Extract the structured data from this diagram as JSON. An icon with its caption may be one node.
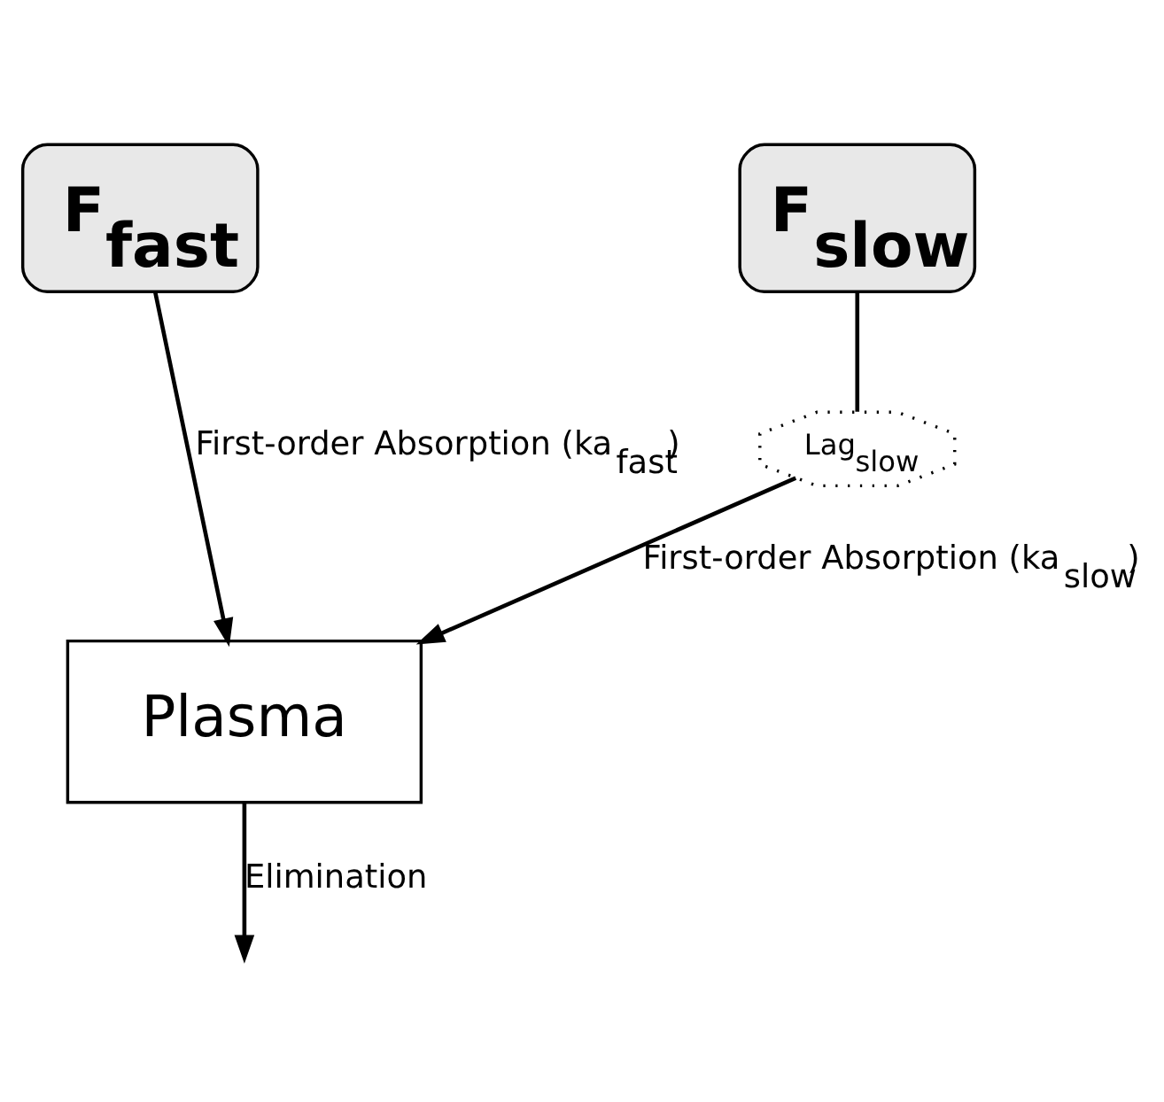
{
  "diagram": {
    "nodes": [
      {
        "text": [
          "F$_{fast}$"
        ]
      },
      {
        "text": [
          "F$_{slow}$"
        ]
      },
      {
        "text": [
          "Lag$_{slow}$"
        ]
      },
      {
        "text": [
          "Plasma"
        ]
      }
    ],
    "edges": [
      {
        "from": 0,
        "to": 3,
        "arrow": "to",
        "label": "First-order Absorption (ka$_{fast}$)"
      },
      {
        "from": 1,
        "to": 2,
        "arrow": "none"
      },
      {
        "from": 2,
        "to": 3,
        "arrow": "to",
        "label": "First-order Absorption (ka$_{slow}$)"
      },
      {
        "from": 3,
        "to": null,
        "arrow": "to",
        "label": "Elimination"
      }
    ]
  }
}
